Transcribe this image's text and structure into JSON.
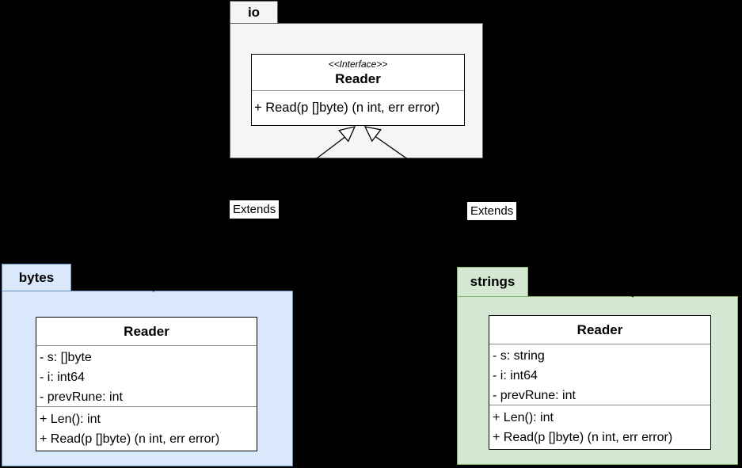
{
  "canvas": {
    "background_color": "#000000"
  },
  "colors": {
    "io_fill": "#f5f5f5",
    "io_stroke": "#666666",
    "bytes_fill": "#dae8fc",
    "bytes_stroke": "#6c8ebf",
    "strings_fill": "#d5e8d4",
    "strings_stroke": "#82b366",
    "class_fill": "#ffffff",
    "class_stroke": "#000000",
    "connector": "#000000"
  },
  "packages": {
    "io": {
      "tab_label": "io",
      "class": {
        "stereotype": "<<Interface>>",
        "name": "Reader",
        "attributes": [],
        "methods": [
          "+ Read(p []byte) (n int, err error)"
        ]
      }
    },
    "bytes": {
      "tab_label": "bytes",
      "class": {
        "name": "Reader",
        "attributes": [
          "- s: []byte",
          "- i: int64",
          "- prevRune: int"
        ],
        "methods": [
          "+ Len(): int",
          "+ Read(p []byte) (n int, err error)"
        ]
      }
    },
    "strings": {
      "tab_label": "strings",
      "class": {
        "name": "Reader",
        "attributes": [
          "- s: string",
          "- i: int64",
          "- prevRune: int"
        ],
        "methods": [
          "+ Len(): int",
          "+ Read(p []byte) (n int, err error)"
        ]
      }
    }
  },
  "edges": {
    "left": {
      "label": "Extends",
      "type": "generalization"
    },
    "right": {
      "label": "Extends",
      "type": "generalization"
    }
  }
}
